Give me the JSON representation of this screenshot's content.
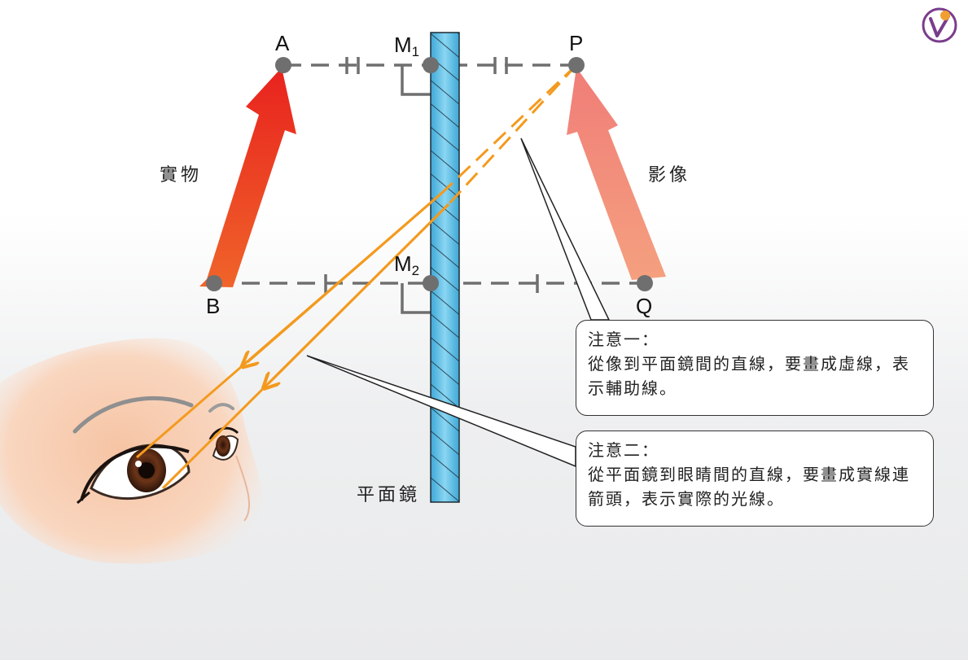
{
  "points": {
    "A": "A",
    "B": "B",
    "P": "P",
    "Q": "Q",
    "M1": "M",
    "M1_sub": "1",
    "M2": "M",
    "M2_sub": "2"
  },
  "labels": {
    "object": "實物",
    "image": "影像",
    "mirror": "平面鏡"
  },
  "note1": {
    "title": "注意一：",
    "body": "從像到平面鏡間的直線，要畫成虛線，表示輔助線。"
  },
  "note2": {
    "title": "注意二：",
    "body": "從平面鏡到眼睛間的直線，要畫成實線連箭頭，表示實際的光線。"
  },
  "colors": {
    "object_arrow": "#e8321f",
    "image_arrow": "#f28b7b",
    "mirror": "#5ab8dd",
    "ray": "#f39a1e",
    "point": "#6f6f6f"
  },
  "logo": "logo-icon"
}
